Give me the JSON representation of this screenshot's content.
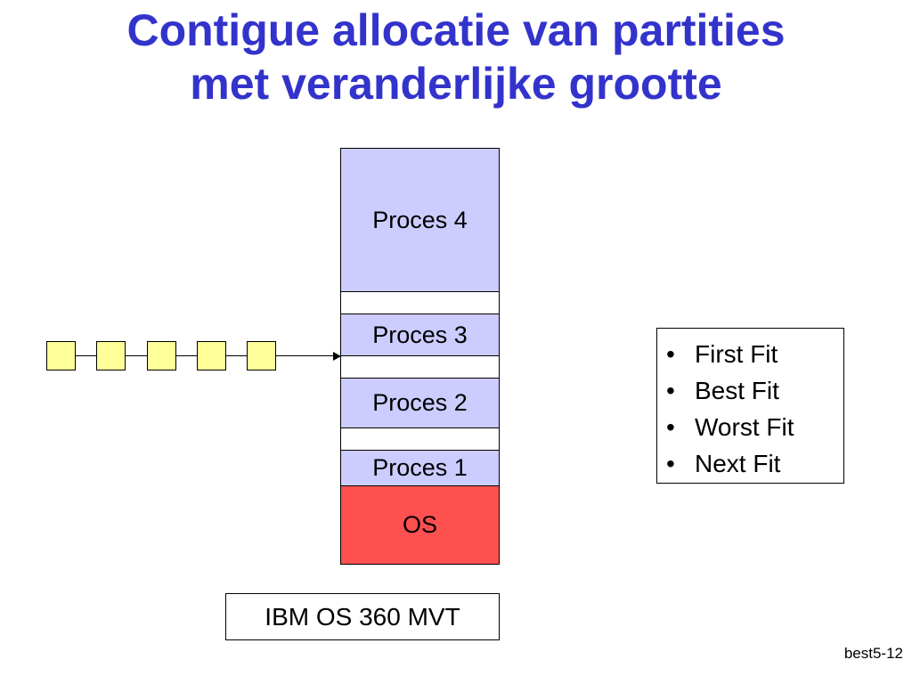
{
  "title": {
    "line1": "Contigue allocatie van partities",
    "line2": "met veranderlijke grootte"
  },
  "memory": {
    "proces4": "Proces 4",
    "proces3": "Proces 3",
    "proces2": "Proces 2",
    "proces1": "Proces 1",
    "os": "OS"
  },
  "fit_strategies": [
    "First Fit",
    "Best Fit",
    "Worst Fit",
    "Next Fit"
  ],
  "caption": "IBM OS 360 MVT",
  "slide_id": "best5-12",
  "colors": {
    "title": "#3333cc",
    "process": "#ccccff",
    "os": "#ff5050",
    "queue": "#ffff99"
  }
}
